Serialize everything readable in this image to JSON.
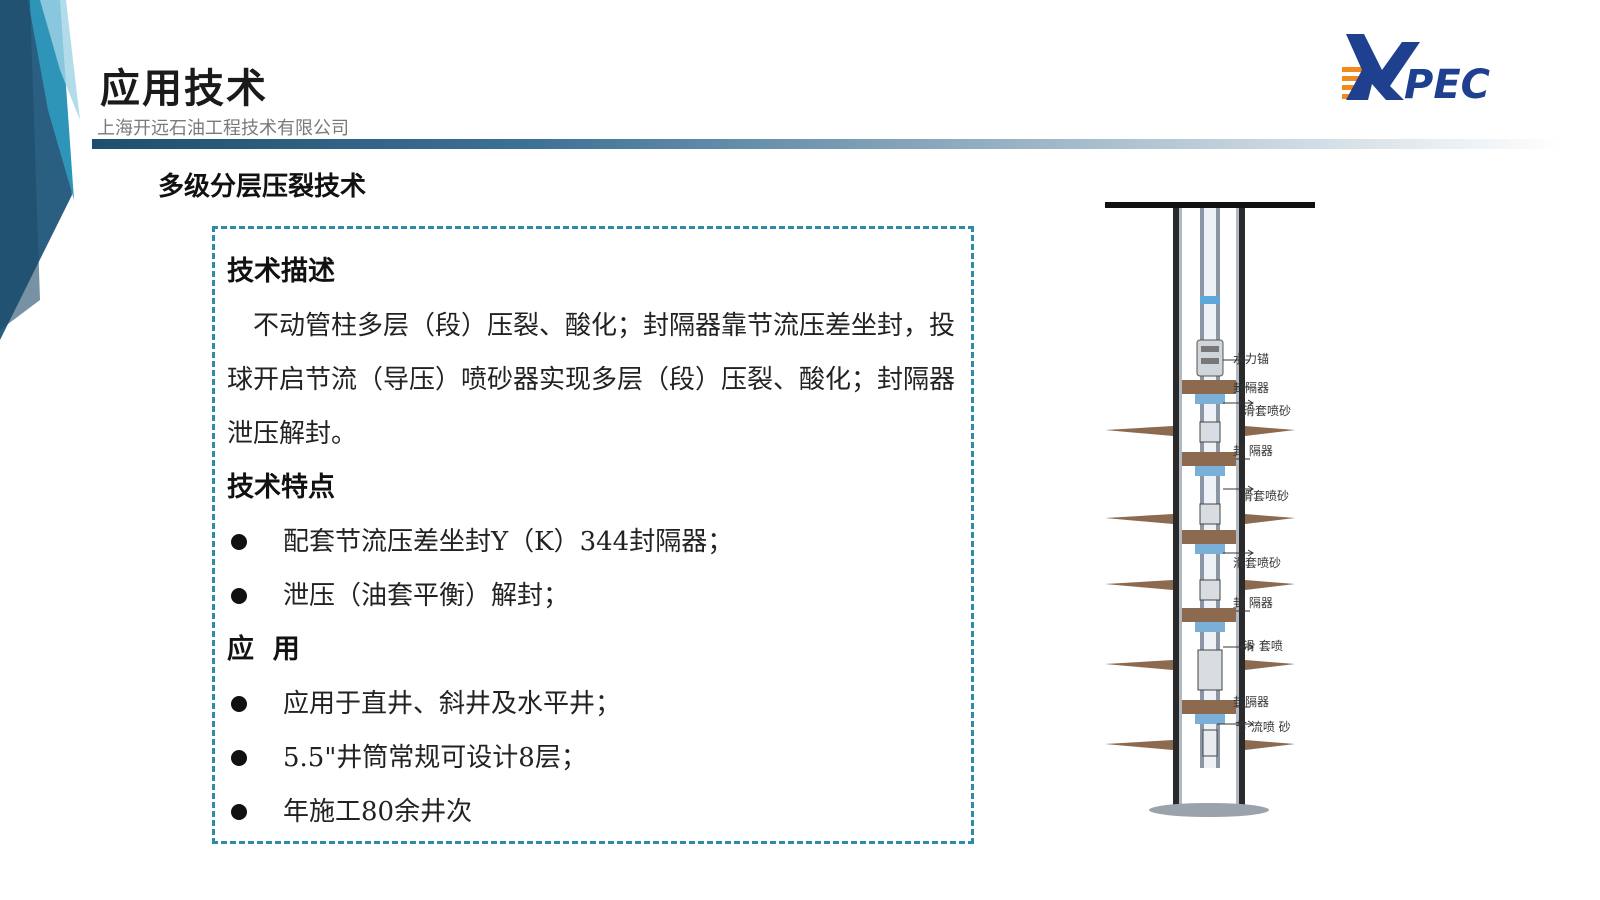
{
  "header": {
    "title": "应用技术",
    "company": "上海开远石油工程技术有限公司",
    "logo_text": "PEC",
    "logo_colors": {
      "navy": "#1f3f8f",
      "orange": "#f08a1c"
    }
  },
  "section_title": "多级分层压裂技术",
  "content": {
    "description_heading": "技术描述",
    "description_text": "不动管柱多层（段）压裂、酸化；封隔器靠节流压差坐封，投球开启节流（导压）喷砂器实现多层（段）压裂、酸化；封隔器泄压解封。",
    "features_heading": "技术特点",
    "features": [
      "配套节流压差坐封Y（K）344封隔器；",
      "泄压（油套平衡）解封；"
    ],
    "application_heading": "应  用",
    "applications": [
      "应用于直井、斜井及水平井；",
      "5.5\"井筒常规可设计8层；",
      "年施工80余井次"
    ]
  },
  "diagram": {
    "labels": {
      "anchor": "水力锚",
      "packer_1": "封隔器",
      "sleeve_1": "滑套喷砂",
      "packer_2": "封 隔器",
      "sleeve_2": "滑套喷砂",
      "sleeve_3": "滑套喷砂",
      "packer_3": "封 隔器",
      "sleeve_4": "滑 套喷",
      "packer_4": "封隔器",
      "throttle": "节 流喷 砂"
    }
  },
  "colors": {
    "accent_teal": "#2e8ba6",
    "navy": "#1f4f6e",
    "text": "#1a1a1a"
  }
}
